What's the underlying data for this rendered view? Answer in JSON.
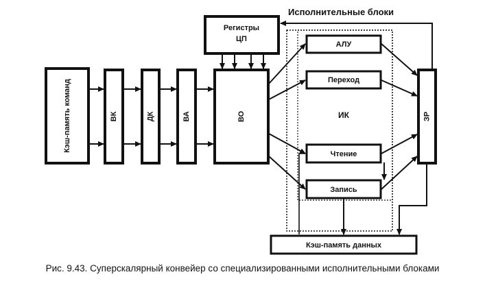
{
  "diagram": {
    "title": "Исполнительные блоки",
    "blocks": {
      "kesh_komand": "Кэш-память команд",
      "vk": "ВК",
      "dk": "ДК",
      "va": "ВА",
      "vo": "ВО",
      "registers_line1": "Регистры",
      "registers_line2": "ЦП",
      "alu": "АЛУ",
      "perehod": "Переход",
      "ik": "ИК",
      "chtenie": "Чтение",
      "zapis": "Запись",
      "zr": "ЗР",
      "kesh_dannyh": "Кэш-память данных"
    }
  },
  "caption": "Рис. 9.43. Суперскалярный конвейер со специализированными исполнительными блоками"
}
